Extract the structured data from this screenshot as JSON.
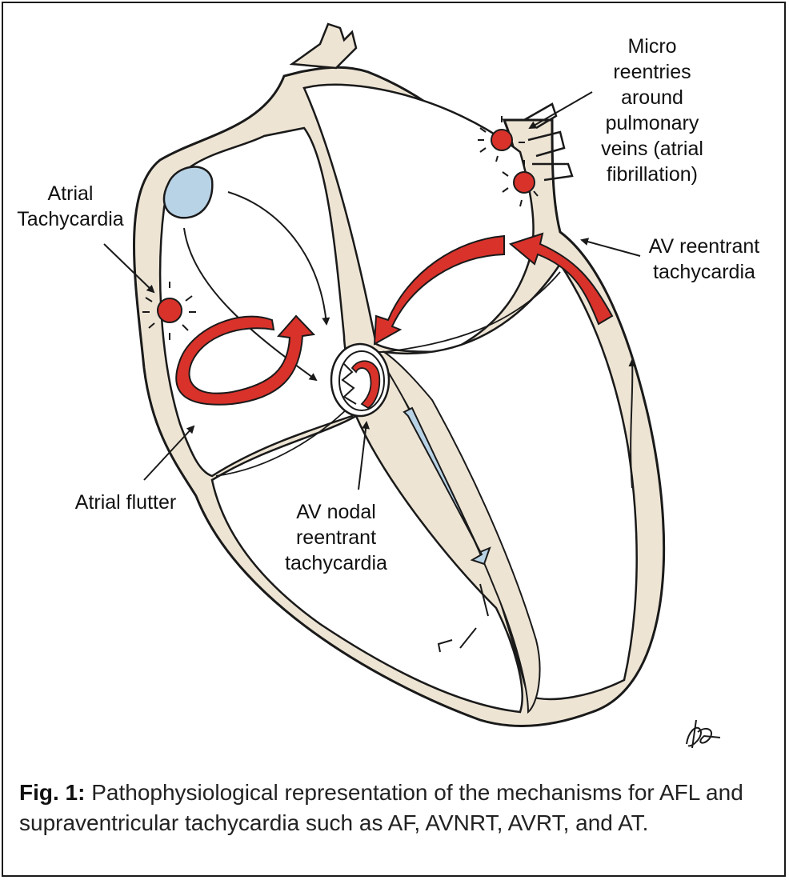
{
  "labels": {
    "micro_reentries": "Micro\nreentries\naround\npulmonary\nveins (atrial\nfibrillation)",
    "atrial_tachycardia": "Atrial\nTachycardia",
    "av_reentrant": "AV reentrant\ntachycardia",
    "atrial_flutter": "Atrial flutter",
    "av_nodal_reentrant": "AV nodal\nreentrant\ntachycardia"
  },
  "caption": {
    "prefix": "Fig. 1:",
    "text": " Pathophysiological representation of the mechanisms for AFL and supraventricular tachycardia such as AF, AVNRT, AVRT, and AT."
  },
  "colors": {
    "tissue": "#ede4d4",
    "outline": "#1a1a1a",
    "reentry_red": "#d8322b",
    "node_blue": "#b9d3e6"
  }
}
